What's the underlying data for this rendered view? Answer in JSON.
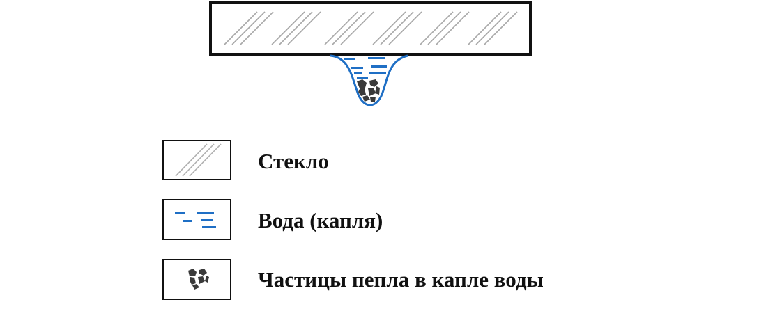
{
  "legend": {
    "glass": "Стекло",
    "water": "Вода (капля)",
    "ash": "Частицы пепла в капле воды"
  },
  "colors": {
    "water": "#1f6fc5",
    "ash": "#3a3a3a",
    "hatch": "#a8a8a8",
    "outline": "#111111"
  }
}
